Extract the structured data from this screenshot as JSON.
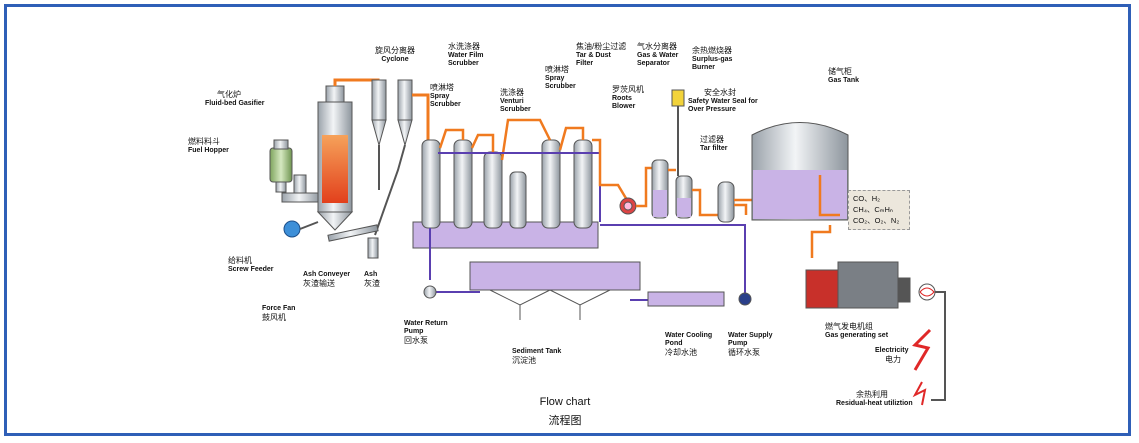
{
  "title": {
    "en": "Flow chart",
    "cn": "流程图"
  },
  "labels": {
    "cyclone": {
      "cn": "旋风分离器",
      "en": "Cyclone"
    },
    "water_film_scrubber": {
      "cn": "水洗涤器",
      "en": "Water Film Scrubber"
    },
    "spray_scrubber_1": {
      "cn": "喷淋塔",
      "en": "Spray Scrubber"
    },
    "venturi_scrubber": {
      "cn": "洗涤器",
      "en": "Venturi Scrubber"
    },
    "spray_scrubber_2": {
      "cn": "喷淋塔",
      "en": "Spray Scrubber"
    },
    "tar_dust_filter": {
      "cn": "焦油/粉尘过滤",
      "en": "Tar & Dust Filter"
    },
    "gas_water_separator": {
      "cn": "气水分离器",
      "en": "Gas & Water Separator"
    },
    "surplus_gas_burner": {
      "cn": "余热燃烧器",
      "en": "Surplus-gas Burner"
    },
    "roots_blower": {
      "cn": "罗茨风机",
      "en": "Roots Blower"
    },
    "safety_water_seal": {
      "cn": "安全水封",
      "en": "Safety Water Seal for Over Pressure"
    },
    "tar_filter": {
      "cn": "过滤器",
      "en": "Tar filter"
    },
    "gas_tank": {
      "cn": "储气柜",
      "en": "Gas Tank"
    },
    "gasifier": {
      "cn": "气化炉",
      "en": "Fluid-bed Gasifier"
    },
    "fuel_hopper": {
      "cn": "燃料料斗",
      "en": "Fuel Hopper"
    },
    "screw_feeder": {
      "cn": "给料机",
      "en": "Screw Feeder"
    },
    "force_fan": {
      "en": "Force Fan",
      "cn": "鼓风机"
    },
    "ash_conveyer": {
      "en": "Ash Conveyer",
      "cn": "灰渣输送"
    },
    "ash": {
      "en": "Ash",
      "cn": "灰渣"
    },
    "water_return_pump": {
      "en": "Water Return Pump",
      "cn": "回水泵"
    },
    "sediment_tank": {
      "en": "Sediment Tank",
      "cn": "沉淀池"
    },
    "water_cooling_pond": {
      "en": "Water Cooling Pond",
      "cn": "冷却水池"
    },
    "water_supply_pump": {
      "en": "Water Supply Pump",
      "cn": "循环水泵"
    },
    "gas_generating_set": {
      "cn": "燃气发电机组",
      "en": "Gas generating set"
    },
    "electricity": {
      "en": "Electricity",
      "cn": "电力"
    },
    "residual_heat": {
      "cn": "余热利用",
      "en": "Residual-heat utiliztion"
    }
  },
  "gas_composition": {
    "line1": "CO、H₂",
    "line2": "CH₄、CₘHₙ",
    "line3": "CO₂、O₂、N₂"
  },
  "colors": {
    "frame": "#2f5fb7",
    "gas_pipe": "#f07a1f",
    "water_pipe": "#5a3fb0",
    "liquid": "#c9b3e6",
    "vessel": "#d9dde2"
  }
}
